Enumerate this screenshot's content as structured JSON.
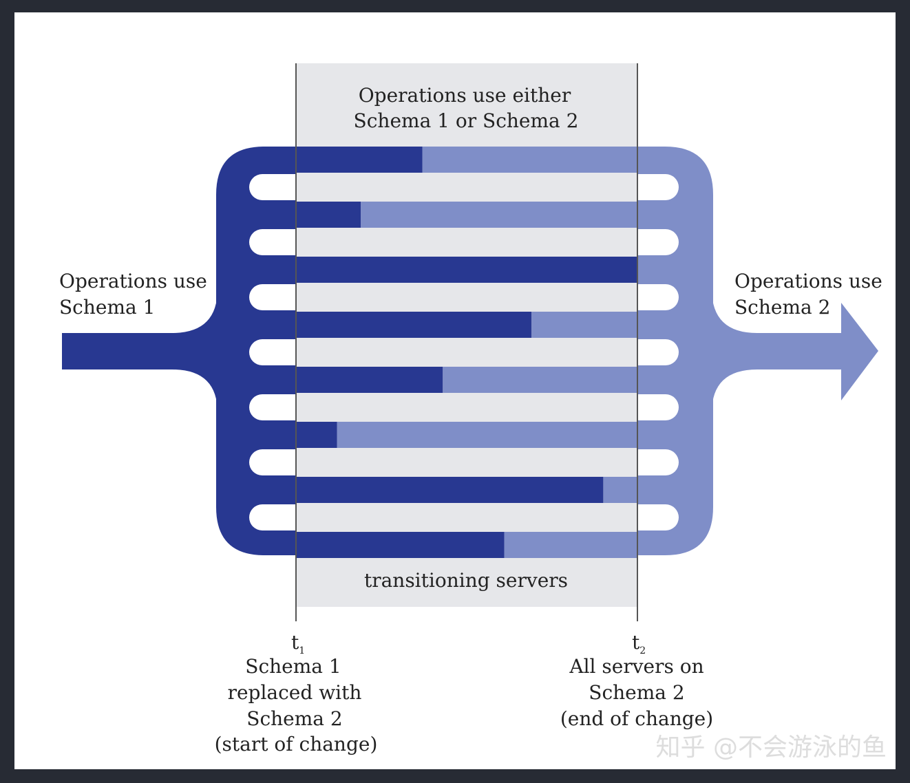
{
  "colors": {
    "frame": "#272b34",
    "paper": "#ffffff",
    "window_band": "#e6e7ea",
    "schema1": "#283891",
    "schema2": "#7f8ec8",
    "line": "#555555",
    "text": "#222222",
    "watermark": "#dddddd"
  },
  "window_label": {
    "line1": "Operations use either",
    "line2": "Schema 1 or Schema 2"
  },
  "left_label": {
    "line1": "Operations use",
    "line2": "Schema 1"
  },
  "right_label": {
    "line1": "Operations use",
    "line2": "Schema 2"
  },
  "servers_label": "transitioning servers",
  "t1": {
    "letter": "t",
    "subscript": "1",
    "lines": [
      "Schema 1",
      "replaced with",
      "Schema 2",
      "(start of change)"
    ]
  },
  "t2": {
    "letter": "t",
    "subscript": "2",
    "lines": [
      "All servers on",
      "Schema 2",
      "(end of change)"
    ]
  },
  "server_switch_fractions": [
    0.37,
    0.19,
    1.0,
    0.69,
    0.43,
    0.12,
    0.9,
    0.61
  ],
  "watermark": "知乎 @不会游泳的鱼"
}
